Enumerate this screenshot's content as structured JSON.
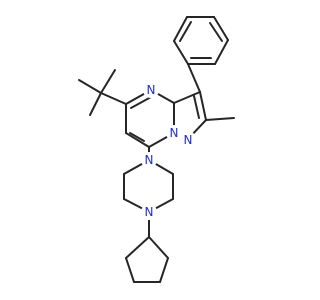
{
  "molecule": {
    "atoms": {
      "n_pyrimidine": "N",
      "n_bridgehead": "N",
      "n_pyrazole": "N",
      "n_piperazine_top": "N",
      "n_piperazine_bottom": "N"
    }
  },
  "colors": {
    "bond": "#262626",
    "nitrogen": "#1f2fd0",
    "background": "#ffffff"
  }
}
